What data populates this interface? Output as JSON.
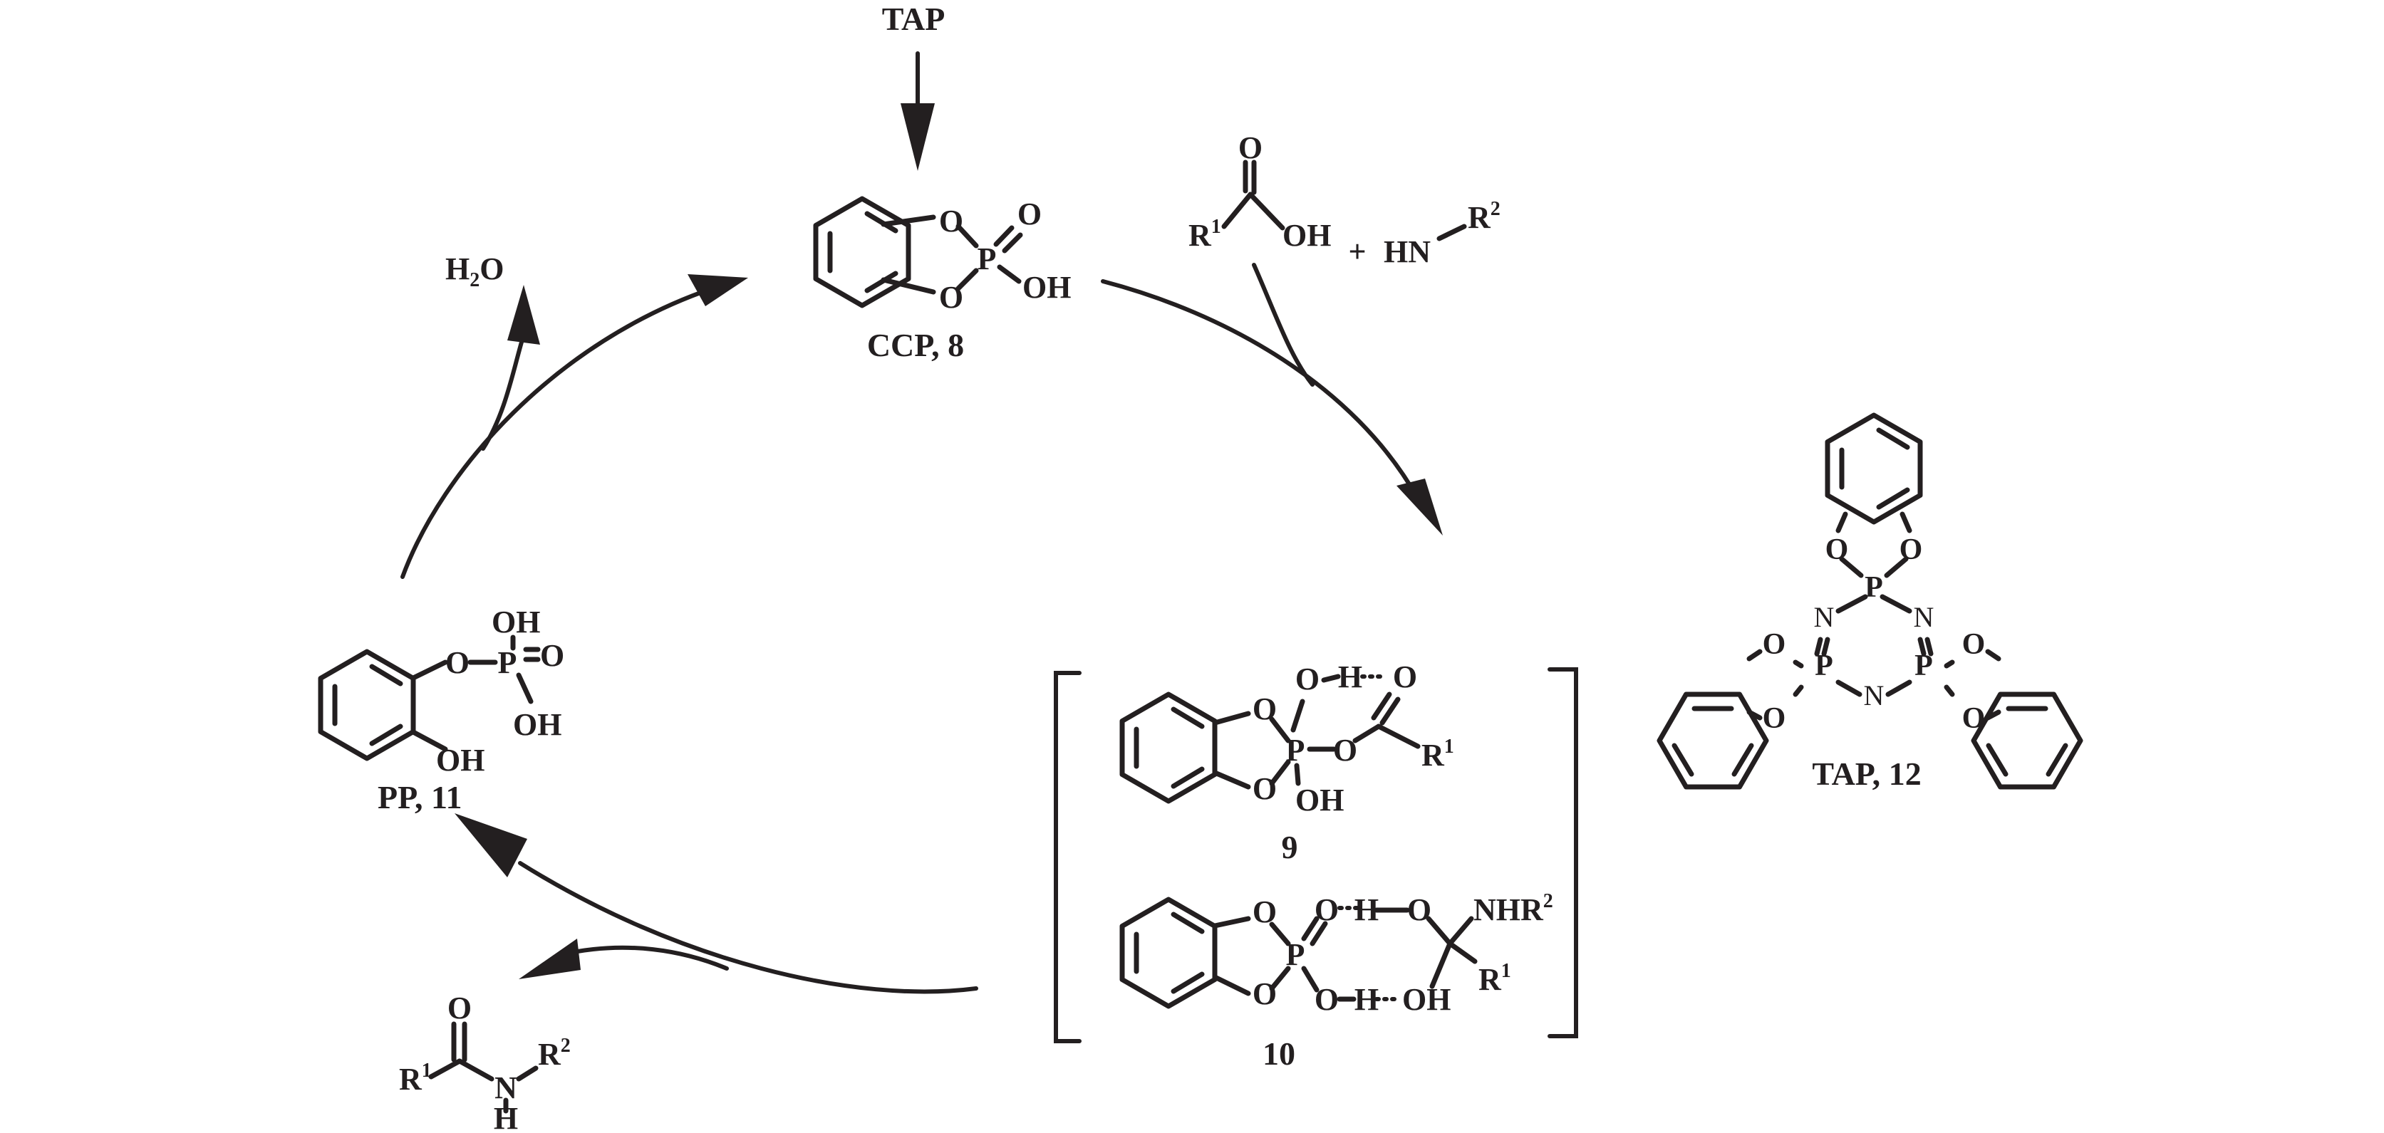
{
  "reagent_top": "TAP",
  "water": {
    "H": "H",
    "sub": "2",
    "O": "O"
  },
  "ccp": {
    "name": "CCP, ",
    "number": "8",
    "atoms": {
      "o": "O",
      "p": "P",
      "oh": "OH"
    }
  },
  "acid": {
    "r": "R",
    "r_sup": "1",
    "o": "O",
    "oh": "OH"
  },
  "plus": "+",
  "amine": {
    "hn": "HN",
    "r": "R",
    "r_sup": "2"
  },
  "tap12": {
    "name": "TAP, ",
    "number": "12",
    "atoms": {
      "o": "O",
      "p": "P",
      "n": "N"
    }
  },
  "pp": {
    "name": "PP, ",
    "number": "11",
    "atoms": {
      "o": "O",
      "p": "P",
      "oh": "OH"
    }
  },
  "int9": {
    "number": "9",
    "atoms": {
      "o": "O",
      "p": "P",
      "oh": "OH",
      "h": "H",
      "r": "R",
      "r_sup": "1"
    }
  },
  "int10": {
    "number": "10",
    "atoms": {
      "o": "O",
      "p": "P",
      "h": "H",
      "oh": "OH",
      "nhr": "NHR",
      "nhr_sup": "2",
      "r": "R",
      "r_sup": "1"
    }
  },
  "amide": {
    "r": "R",
    "r1_sup": "1",
    "o": "O",
    "n": "N",
    "h": "H",
    "r2_sup": "2"
  }
}
